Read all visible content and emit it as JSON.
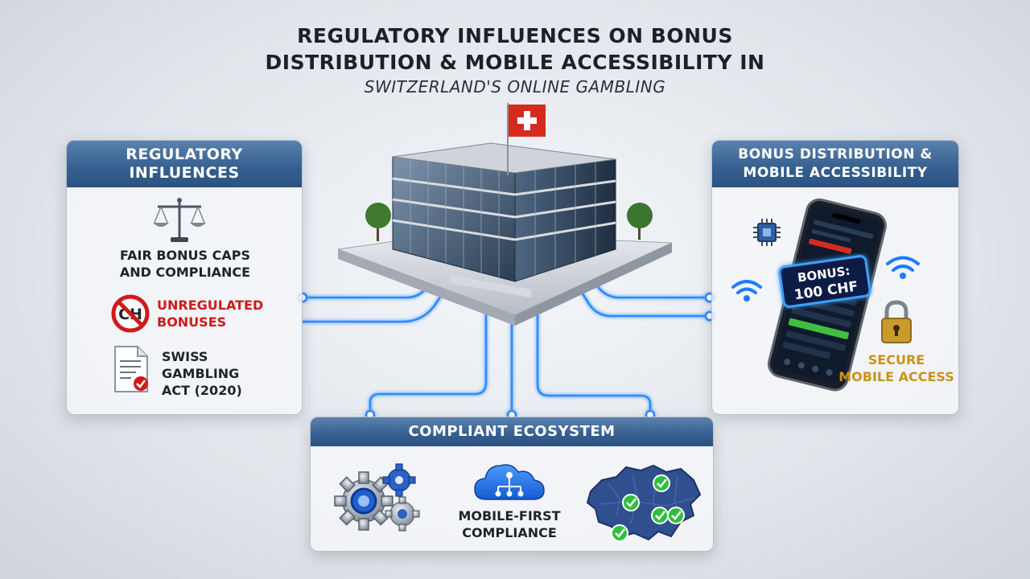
{
  "title": {
    "line1": "Regulatory Influences on Bonus",
    "line2": "Distribution & Mobile Accessibility in",
    "line3": "Switzerland's Online Gambling"
  },
  "left_panel": {
    "heading_line1": "Regulatory",
    "heading_line2": "Influences",
    "items": [
      {
        "icon": "scales-icon",
        "line1": "Fair Bonus Caps",
        "line2": "and Compliance"
      },
      {
        "icon": "prohibited-ch-icon",
        "badge": "CH",
        "line1": "Unregulated",
        "line2": "Bonuses"
      },
      {
        "icon": "document-check-icon",
        "line1": "Swiss",
        "line2": "Gambling",
        "line3": "Act (2020)"
      }
    ]
  },
  "right_panel": {
    "heading_line1": "Bonus Distribution &",
    "heading_line2": "Mobile Accessibility",
    "phone": {
      "bonus_line1": "BONUS:",
      "bonus_line2": "100 CHF"
    },
    "secure": {
      "line1": "Secure",
      "line2": "Mobile Access"
    }
  },
  "bottom_panel": {
    "heading": "Compliant Ecosystem",
    "items": [
      {
        "icon": "gears-icon"
      },
      {
        "icon": "cloud-network-icon",
        "line1": "Mobile-First",
        "line2": "Compliance"
      },
      {
        "icon": "switzerland-map-icon"
      }
    ]
  },
  "colors": {
    "accent_blue": "#2f8cff",
    "header_blue": "#355f8f",
    "warning_red": "#d01a1a",
    "secure_gold": "#c9931a",
    "swiss_red": "#d52b1e"
  }
}
